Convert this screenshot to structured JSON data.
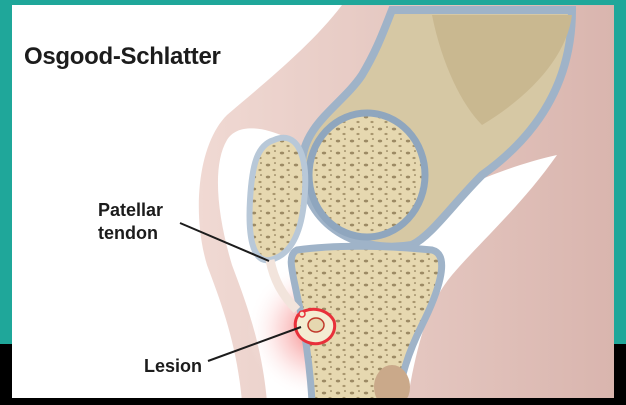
{
  "title": "Osgood-Schlatter",
  "labels": {
    "patellar_line1": "Patellar",
    "patellar_line2": "tendon",
    "lesion": "Lesion"
  },
  "colors": {
    "frame_teal": "#1fa79a",
    "frame_black": "#000000",
    "bone": "#e8dcb8",
    "cartilage": "#9fb3c8",
    "skin": "#e9cfc8",
    "inflammation": "#e8303a"
  }
}
